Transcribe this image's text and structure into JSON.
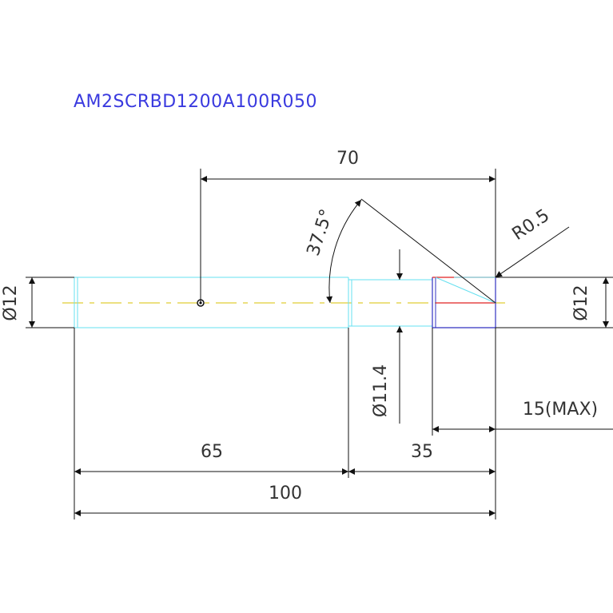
{
  "title": "AM2SCRBD1200A100R050",
  "dimensions": {
    "top_length": "70",
    "angle": "37.5°",
    "radius": "R0.5",
    "left_diameter": "Ø12",
    "right_diameter": "Ø12",
    "neck_diameter": "Ø11.4",
    "max_length": "15(MAX)",
    "shank_length": "65",
    "tip_length": "35",
    "overall_length": "100"
  },
  "colors": {
    "outline": "#66e0f0",
    "dimension": "#111111",
    "centerline": "#d8c200",
    "tip_red": "#e02020",
    "tip_blue": "#3030c0",
    "title": "#3a3adf"
  }
}
